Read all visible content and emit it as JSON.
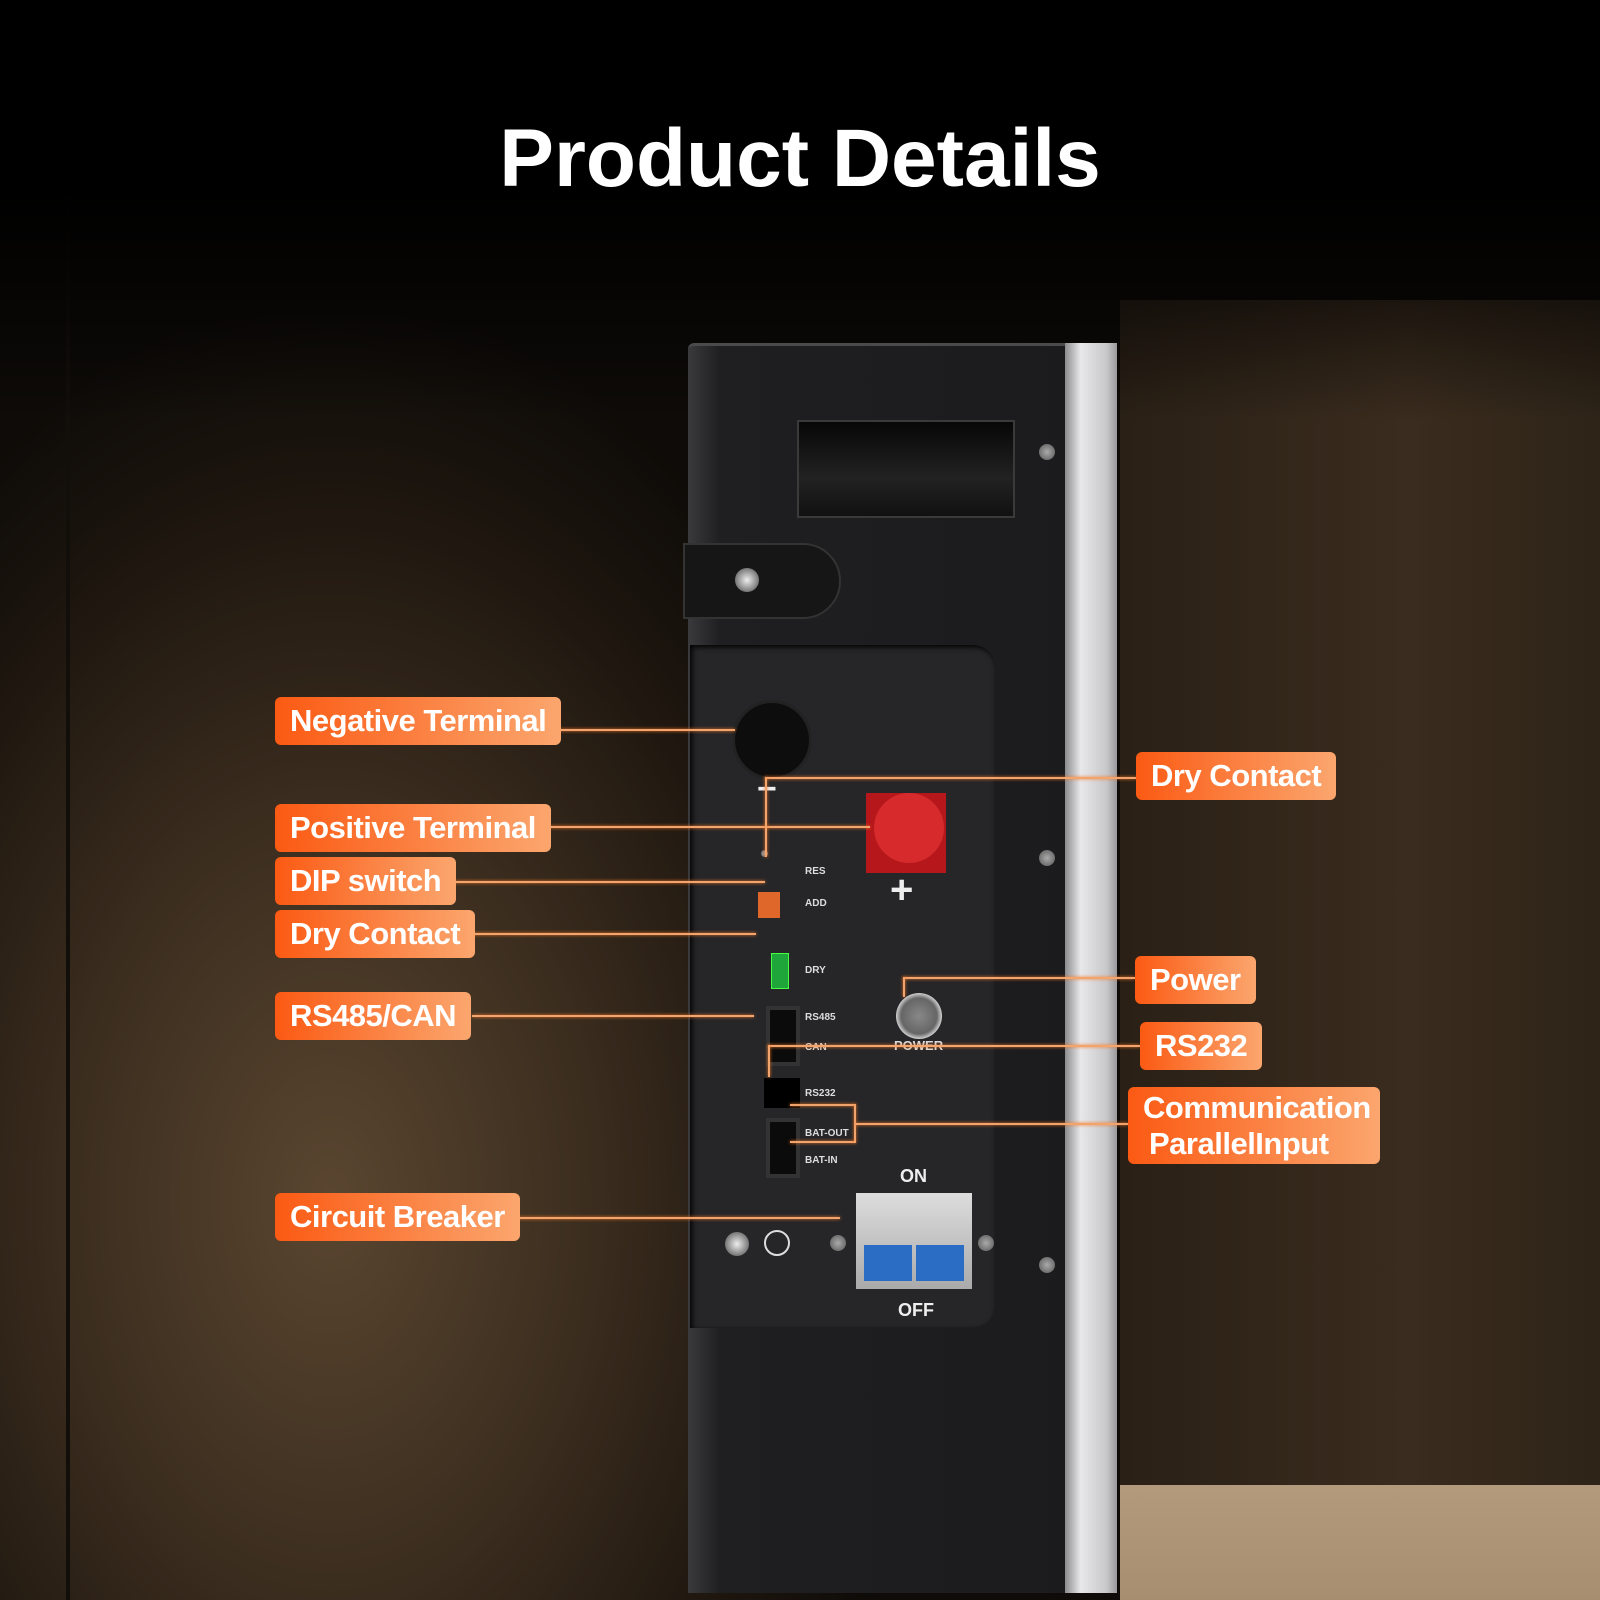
{
  "title": "Product Details",
  "panel_markings": {
    "minus": "−",
    "plus": "+",
    "res": "RES",
    "add": "ADD",
    "dry": "DRY",
    "rs485": "RS485",
    "can": "CAN",
    "power": "POWER",
    "rs232": "RS232",
    "bat_out": "BAT-OUT",
    "bat_in": "BAT-IN",
    "on": "ON",
    "off": "OFF"
  },
  "callouts": {
    "negative_terminal": "Negative Terminal",
    "positive_terminal": "Positive Terminal",
    "dip_switch": "DIP switch",
    "dry_contact_left": "Dry Contact",
    "rs485_can": "RS485/CAN",
    "circuit_breaker": "Circuit Breaker",
    "dry_contact_right": "Dry Contact",
    "power": "Power",
    "rs232": "RS232",
    "communication_line1": "Communication",
    "communication_line2": "ParallelInput"
  },
  "colors": {
    "label_start": "#fb5a13",
    "label_end": "#fba66e",
    "leader_line": "#f3a36c"
  }
}
